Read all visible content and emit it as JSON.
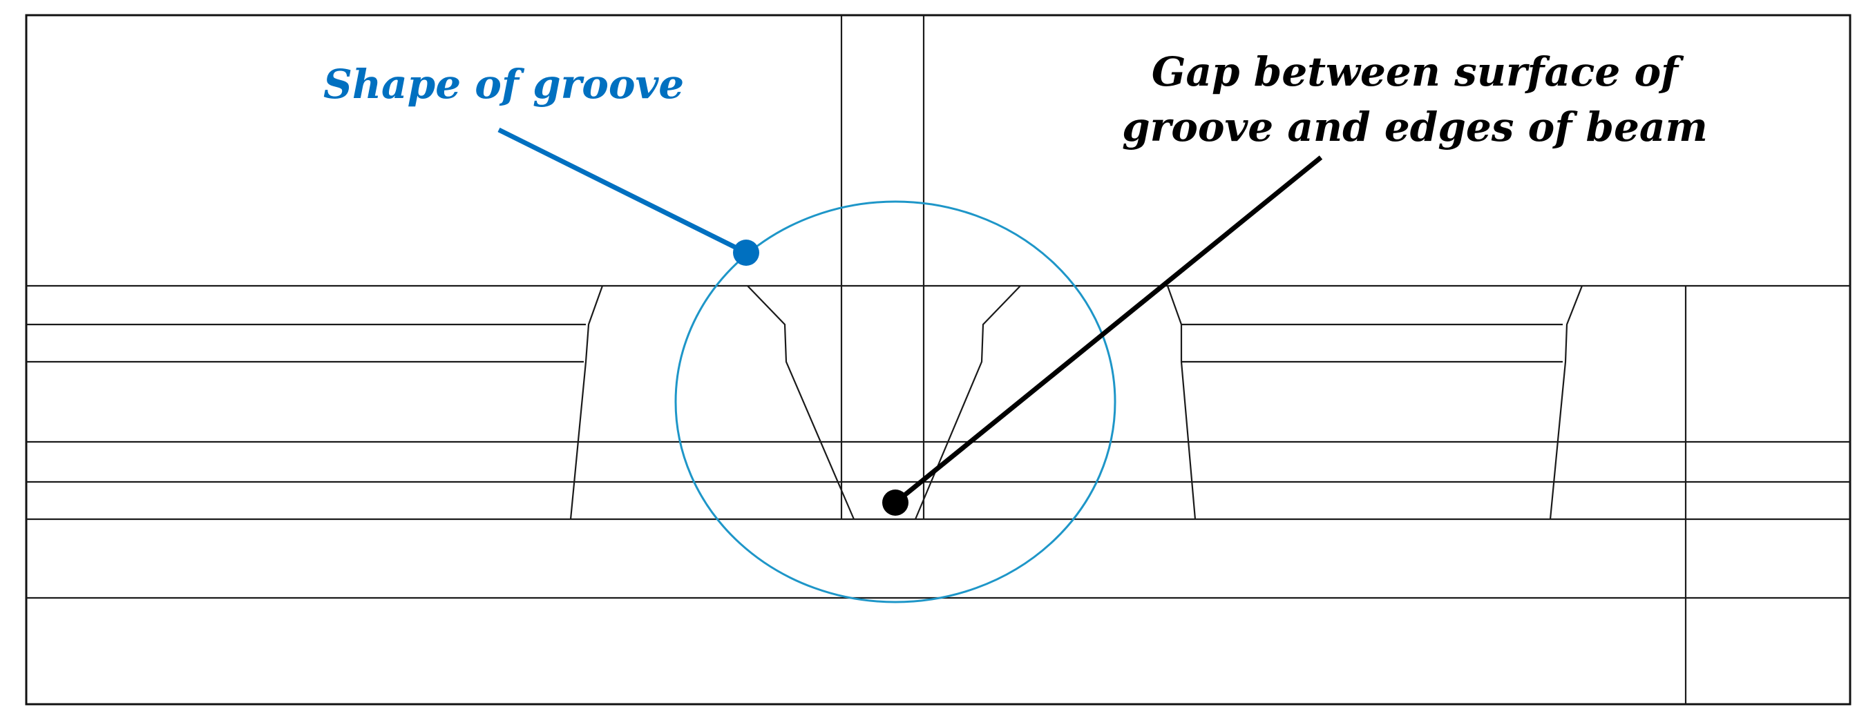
{
  "annotations": {
    "groove_shape": {
      "text": "Shape of groove",
      "color": "#0070C0"
    },
    "gap": {
      "line1": "Gap between surface of",
      "line2": "groove and edges of beam",
      "color": "#000000"
    }
  },
  "highlight_circle_color": "#1E96C8"
}
